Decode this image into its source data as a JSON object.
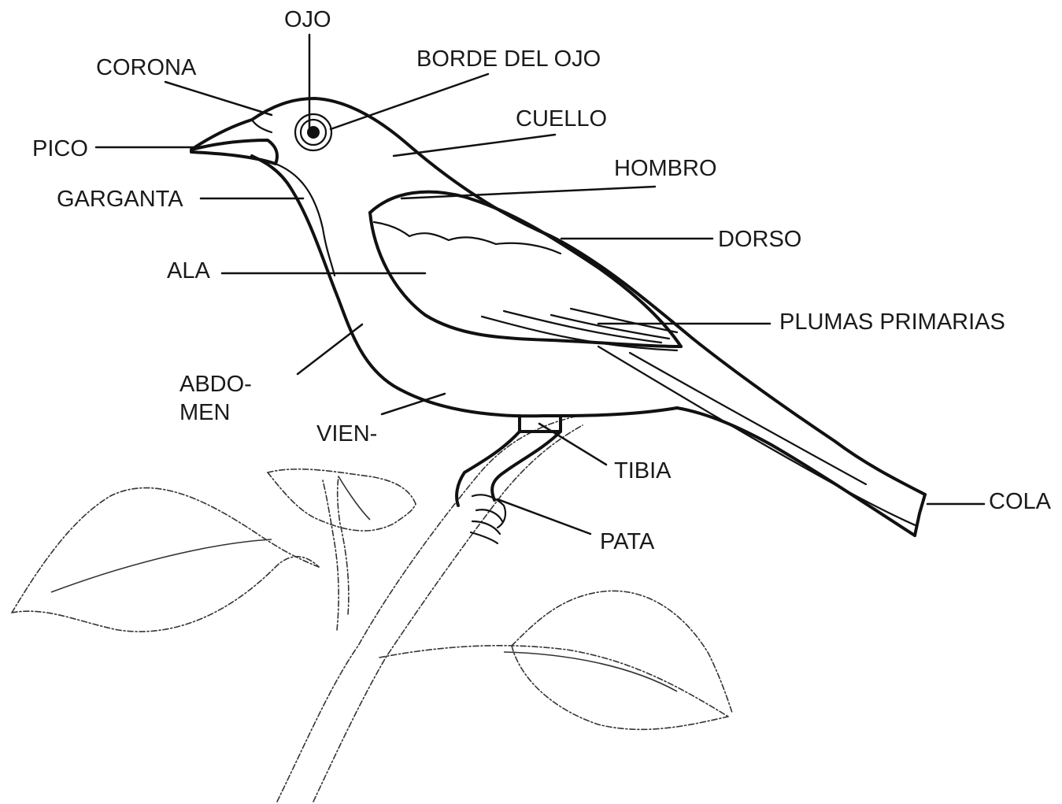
{
  "labels": {
    "ojo": "OJO",
    "corona": "CORONA",
    "borde_del_ojo": "BORDE DEL OJO",
    "pico": "PICO",
    "cuello": "CUELLO",
    "hombro": "HOMBRO",
    "garganta": "GARGANTA",
    "dorso": "DORSO",
    "ala": "ALA",
    "plumas_primarias": "PLUMAS PRIMARIAS",
    "abdomen_line1": "ABDO-",
    "abdomen_line2": "MEN",
    "vientre": "VIEN-",
    "tibia": "TIBIA",
    "cola": "COLA",
    "pata": "PATA"
  }
}
